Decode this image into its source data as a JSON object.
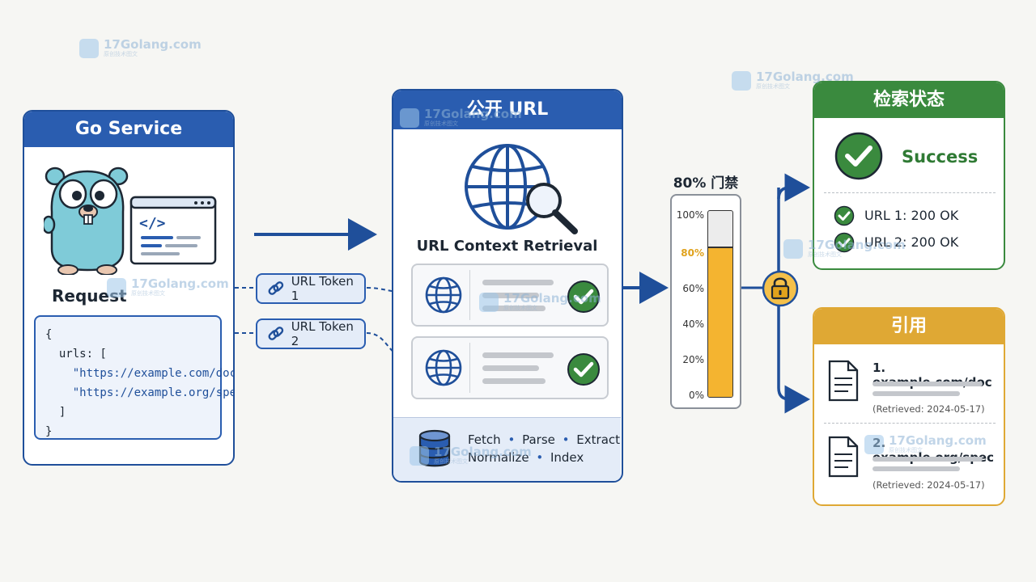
{
  "watermark": {
    "text": "17Golang.com",
    "sub": "原创技术图文"
  },
  "go_service": {
    "title": "Go Service",
    "request_label": "Request",
    "code_lines": [
      "{",
      "  urls: [",
      "    \"https://example.com/doc\",",
      "    \"https://example.org/spec\"",
      "  ]",
      "}"
    ]
  },
  "tokens": [
    {
      "label": "URL Token 1"
    },
    {
      "label": "URL Token 2"
    }
  ],
  "public_url": {
    "title": "公开 URL",
    "subtitle": "URL Context Retrieval",
    "pipeline_line1": [
      "Fetch",
      "Parse",
      "Extract"
    ],
    "pipeline_line2": [
      "Normalize",
      "Index"
    ],
    "separator": "•"
  },
  "gate": {
    "title": "80% 门禁",
    "ticks": [
      "100%",
      "80%",
      "60%",
      "40%",
      "20%",
      "0%"
    ],
    "fill_percent": 80,
    "threshold_percent": 80,
    "fill_color": "#f4b430",
    "threshold_color": "#e0a21c"
  },
  "status": {
    "title": "检索状态",
    "result": "Success",
    "items": [
      {
        "label": "URL 1: 200 OK"
      },
      {
        "label": "URL 2: 200 OK"
      }
    ]
  },
  "citations": {
    "title": "引用",
    "items": [
      {
        "label": "1. example.com/doc",
        "retrieved": "(Retrieved: 2024-05-17)"
      },
      {
        "label": "2. example.org/spec",
        "retrieved": "(Retrieved: 2024-05-17)"
      }
    ]
  },
  "colors": {
    "blue": "#2a5db0",
    "navy": "#1f4f9a",
    "green": "#3a8a3e",
    "gold": "#dfa834"
  }
}
